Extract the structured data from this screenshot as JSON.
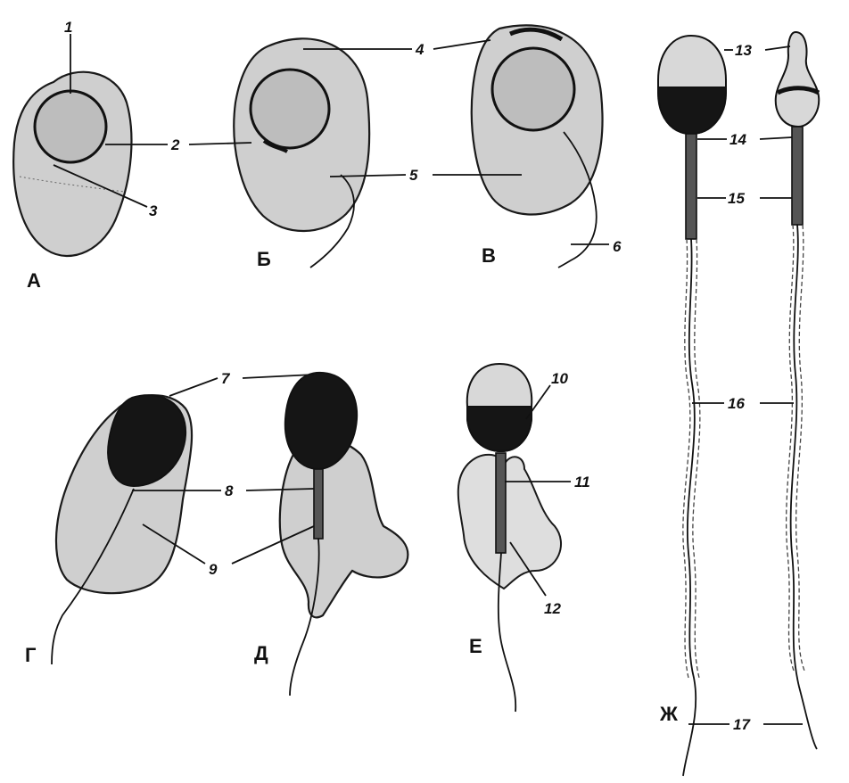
{
  "stages": [
    {
      "key": "A",
      "label": "А"
    },
    {
      "key": "B",
      "label": "Б"
    },
    {
      "key": "V",
      "label": "В"
    },
    {
      "key": "G",
      "label": "Г"
    },
    {
      "key": "D",
      "label": "Д"
    },
    {
      "key": "E",
      "label": "Е"
    },
    {
      "key": "Zh",
      "label": "Ж"
    }
  ],
  "callouts": [
    "1",
    "2",
    "3",
    "4",
    "5",
    "6",
    "7",
    "8",
    "9",
    "10",
    "11",
    "12",
    "13",
    "14",
    "15",
    "16",
    "17"
  ]
}
